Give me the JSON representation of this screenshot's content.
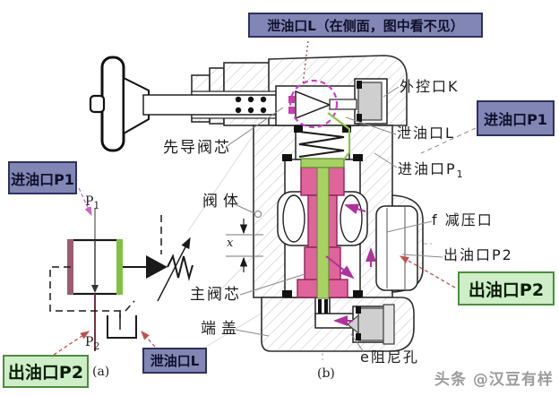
{
  "figure": {
    "title_box": "泄油口L（在侧面，图中看不见）",
    "sub_a": "(a)",
    "sub_b": "(b)"
  },
  "callouts": {
    "inlet_left": "进油口P1",
    "inlet_right": "进油口P1",
    "outlet_right": "出油口P2",
    "outlet_bottom": "出油口P2",
    "drain_bottom": "泄油口L"
  },
  "part_labels": {
    "external_control_port": "外控口K",
    "drain_port_l": "泄油口L",
    "inlet_port_prefix": "进油口P",
    "inlet_port_sub": "1",
    "pilot_spool": "先导阀芯",
    "valve_body": "阀体",
    "main_spool": "主阀芯",
    "end_cover": "端盖",
    "reducing_port": "f 减压口",
    "outlet_port_p2": "出油口P2",
    "damping_orifice": "e阻尼孔"
  },
  "schematic": {
    "port_p": "P",
    "p1_sub": "1",
    "p2_sub": "2",
    "x_dimension": "x"
  },
  "watermark": "头条 @汉豆有样",
  "colors": {
    "callout_blue_bg": "#8186b4",
    "callout_blue_border": "#2e3160",
    "callout_green_bg": "#cdeec6",
    "callout_green_border": "#4e8c3f",
    "spool_pink": "#e0649c",
    "flow_green": "#a8d164",
    "pilot_circle_magenta": "#d23bd2",
    "leader_red": "#c0504d",
    "symbol_left_bar": "#9a5d74",
    "symbol_right_bar": "#7fc241"
  }
}
